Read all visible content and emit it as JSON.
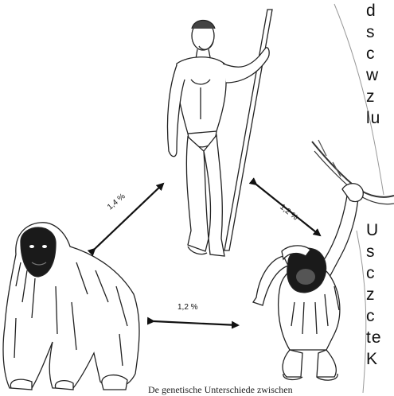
{
  "arrows": {
    "human_gorilla": "1,4 %",
    "human_chimpanzee": "1,2 %",
    "gorilla_chimpanzee": "1,2 %"
  },
  "side_text_top": [
    "d",
    "s",
    "c",
    "w",
    "z",
    "lu"
  ],
  "side_text_bottom": [
    "U",
    "s",
    "c",
    "z",
    "c",
    "te",
    "K"
  ],
  "caption": "De genetische Unterschiede zwischen",
  "colors": {
    "ink": "#111111",
    "paper": "#ffffff"
  }
}
